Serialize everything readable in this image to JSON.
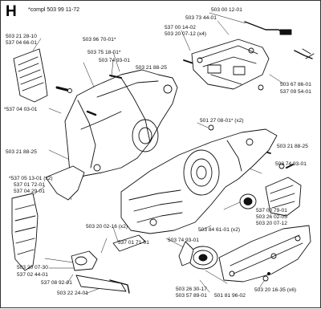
{
  "diagram": {
    "section_letter": "H",
    "compl_label": "*compl 503 99 11-72",
    "parts": [
      "503 21 28-10",
      "537 04 66-01",
      "503 96 70-01*",
      "503 75 18-01*",
      "503 74 93-01",
      "503 21 88-25",
      "*537 04 03-01",
      "503 00 12-01",
      "503 73 44-01",
      "537 00 14-02",
      "503 20 07-12 (x4)",
      "503 67 86-01",
      "537 09 54-01",
      "501 27 08-01* (x2)",
      "503 21 88-25",
      "503 21 88-25",
      "503 74 93-01",
      "*537 05 13-01 (x2)",
      "537 01 72-01",
      "537 04 29-01",
      "537 00 79-01",
      "503 26 02-05",
      "503 20 07-12",
      "503 84 61-01 (x2)",
      "503 20 02-16 (x2)",
      "503 74 93-01",
      "537 01 71-01",
      "503 20 07-30",
      "537 02 44-01",
      "537 08 92-01",
      "503 22 24-01",
      "503 26 30-17",
      "503 57 89-01",
      "501 81 96-02",
      "503 20 16-35 (x6)"
    ]
  }
}
